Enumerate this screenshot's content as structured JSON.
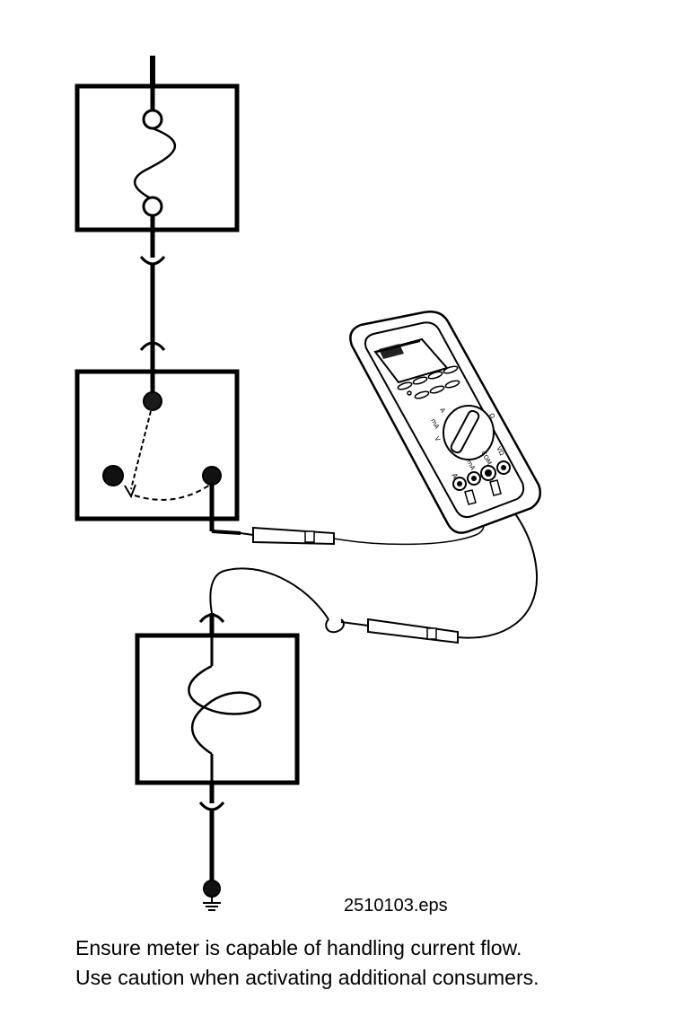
{
  "figure": {
    "file_label": "2510103.eps",
    "caption_line_1": "Ensure meter is capable of handling current flow.",
    "caption_line_2": "Use caution when activating additional consumers."
  },
  "multimeter": {
    "jack_labels": [
      "A",
      "mA",
      "COM",
      "VΩ"
    ]
  }
}
